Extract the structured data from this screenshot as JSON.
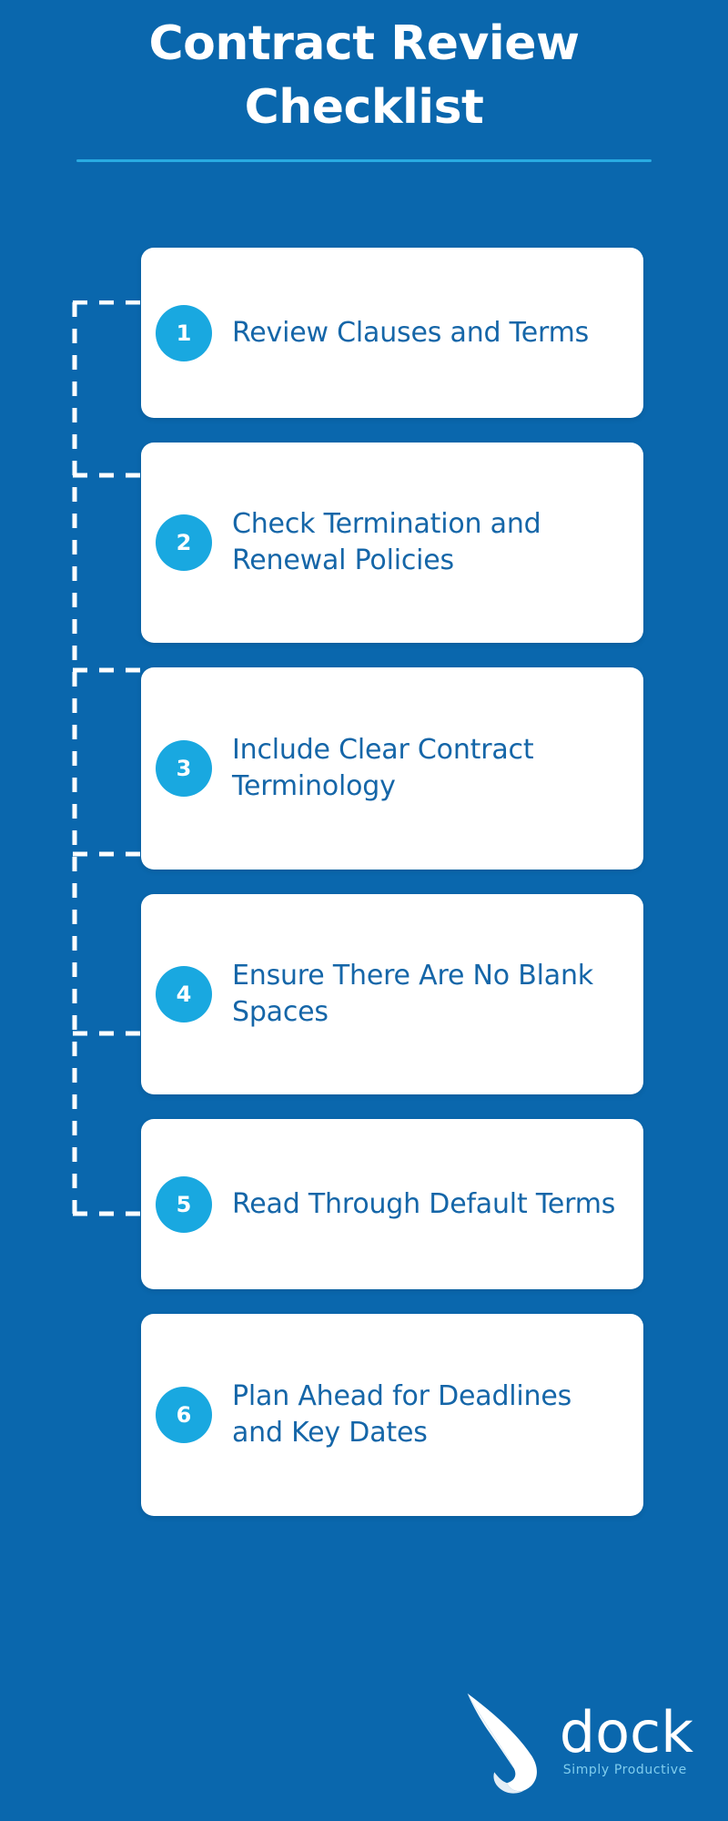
{
  "colors": {
    "background": "#0a67ad",
    "card_background": "#ffffff",
    "accent_circle": "#19a8e0",
    "card_text": "#1566a8",
    "rule": "#29abe2",
    "title_text": "#ffffff",
    "tagline": "#7fcdee",
    "connector_line": "#ffffff"
  },
  "header": {
    "title": "Contract Review Checklist",
    "divider": "horizontal-rule"
  },
  "checklist": {
    "items": [
      {
        "number": "1",
        "label": "Review Clauses and Terms"
      },
      {
        "number": "2",
        "label": "Check Termination and Renewal Policies"
      },
      {
        "number": "3",
        "label": "Include Clear Contract Terminology"
      },
      {
        "number": "4",
        "label": "Ensure There Are No Blank Spaces"
      },
      {
        "number": "5",
        "label": "Read Through Default Terms"
      },
      {
        "number": "6",
        "label": "Plan Ahead for Deadlines and Key Dates"
      }
    ]
  },
  "footer": {
    "brand": "dock",
    "tagline": "Simply Productive",
    "logo_icon": "dock-wing-logo-icon"
  }
}
